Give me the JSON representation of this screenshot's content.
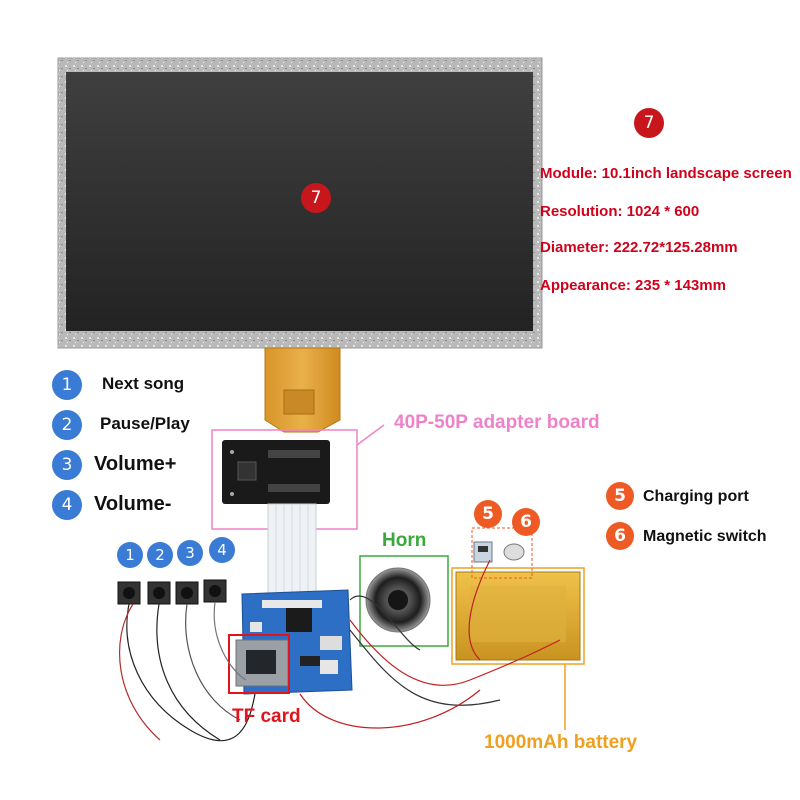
{
  "screen": {
    "marker": "7"
  },
  "specs": {
    "marker": "7",
    "module": "Module: 10.1inch landscape screen",
    "resolution": "Resolution: 1024 * 600",
    "diameter": "Diameter: 222.72*125.28mm",
    "appearance": "Appearance: 235 * 143mm"
  },
  "controls": [
    {
      "number": "1",
      "label": "Next song"
    },
    {
      "number": "2",
      "label": "Pause/Play"
    },
    {
      "number": "3",
      "label": "Volume+"
    },
    {
      "number": "4",
      "label": "Volume-"
    }
  ],
  "button_markers": [
    "1",
    "2",
    "3",
    "4"
  ],
  "ports": [
    {
      "number": "5",
      "label": "Charging port"
    },
    {
      "number": "6",
      "label": "Magnetic switch"
    }
  ],
  "port_markers": [
    "5",
    "6"
  ],
  "callouts": {
    "adapter": "40P-50P adapter board",
    "horn": "Horn",
    "tf_card": "TF card",
    "battery": "1000mAh battery"
  },
  "colors": {
    "red_marker": "#c8161d",
    "blue_marker": "#3a7bd5",
    "orange_marker": "#ee5a24",
    "spec_text": "#d0021b",
    "adapter_callout": "#ee82c8",
    "horn_callout": "#3aa83a",
    "tf_callout": "#e0141e",
    "battery_callout": "#f0a020"
  }
}
